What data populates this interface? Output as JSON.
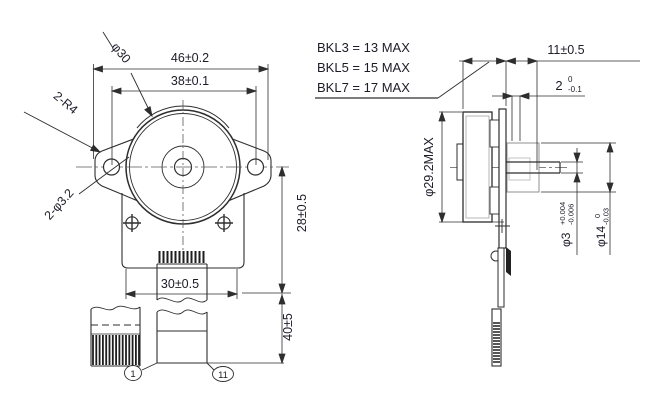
{
  "drawing": {
    "title": "stepper-motor-outline-drawing",
    "front": {
      "body_dia": "φ30",
      "width_outer": "46±0.2",
      "width_holes": "38±0.1",
      "ear_radius": "2-R4",
      "hole_dia": "2-φ3.2",
      "center_height": "28±0.5",
      "connector_width": "30±0.5",
      "lead_length": "40±5",
      "pin_first": "1",
      "pin_last": "11"
    },
    "side": {
      "bkl": [
        "BKL3 = 13 MAX",
        "BKL5 = 15 MAX",
        "BKL7 = 17 MAX"
      ],
      "shaft_length": "11±0.5",
      "boss_length": {
        "nominal": "2",
        "upper": "0",
        "lower": "-0.1"
      },
      "body_dia": "φ29.2MAX",
      "shaft_dia": {
        "nominal": "φ3",
        "upper": "+0.004",
        "lower": "-0.006"
      },
      "boss_dia": {
        "nominal": "φ14",
        "upper": "0",
        "lower": "-0.03"
      }
    }
  },
  "colors": {
    "line": "#2e2e2e",
    "thin_line": "#5a5a5a",
    "light_line": "#979797",
    "text": "#1c1c28",
    "background": "#ffffff"
  }
}
